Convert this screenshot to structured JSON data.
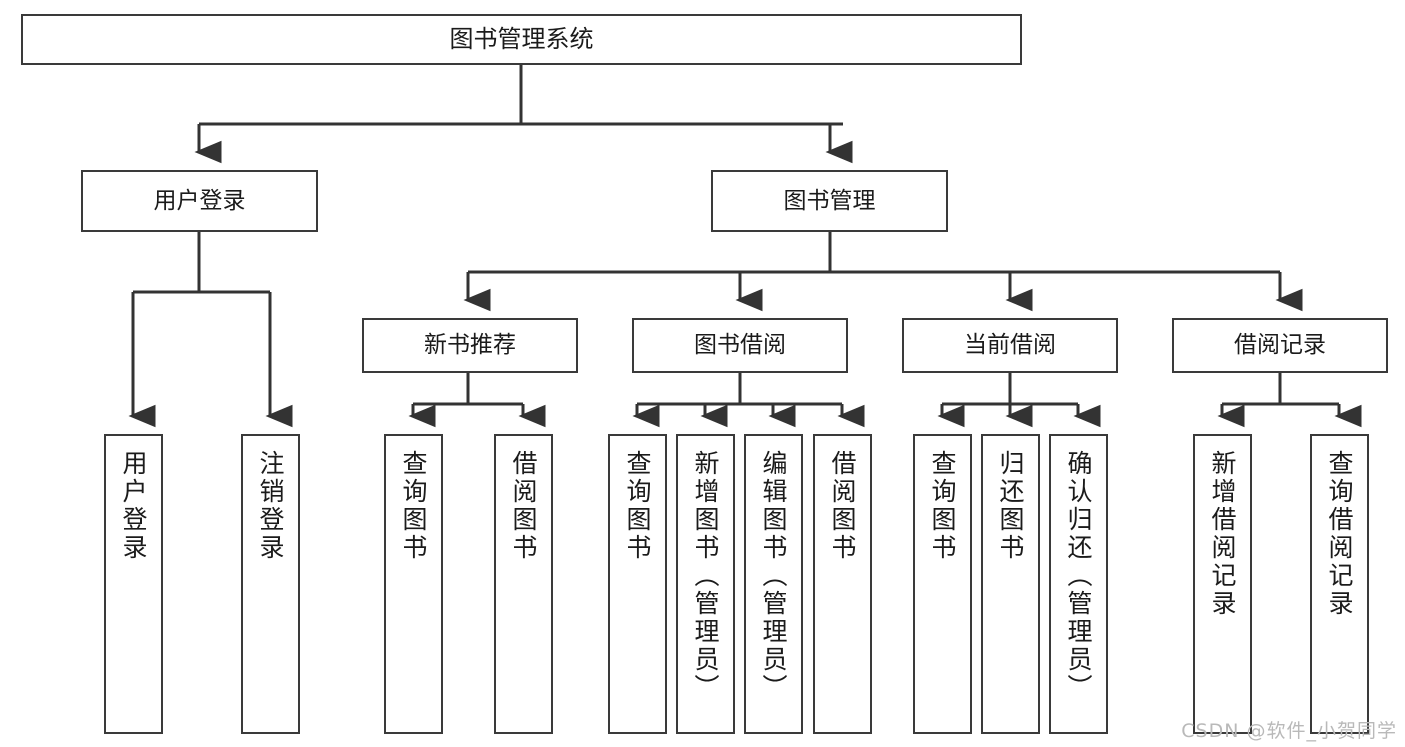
{
  "diagram": {
    "type": "tree",
    "title": "图书管理系统",
    "watermark": "CSDN @软件_小贺同学",
    "colors": {
      "box_border": "#3a3a3a",
      "box_fill": "#ffffff",
      "connector": "#333333",
      "text": "#1b1b1b",
      "watermark": "#b9b9b9"
    },
    "nodes": {
      "root": {
        "label": "图书管理系统"
      },
      "level2": [
        {
          "label": "用户登录"
        },
        {
          "label": "图书管理"
        }
      ],
      "level3": [
        {
          "label": "新书推荐"
        },
        {
          "label": "图书借阅"
        },
        {
          "label": "当前借阅"
        },
        {
          "label": "借阅记录"
        }
      ],
      "leaves": {
        "user_login": [
          {
            "label": "用户登录"
          },
          {
            "label": "注销登录"
          }
        ],
        "new_book": [
          {
            "label": "查询图书"
          },
          {
            "label": "借阅图书"
          }
        ],
        "book_borrow": [
          {
            "label": "查询图书"
          },
          {
            "label": "新增图书（管理员）"
          },
          {
            "label": "编辑图书（管理员）"
          },
          {
            "label": "借阅图书"
          }
        ],
        "current_borrow": [
          {
            "label": "查询图书"
          },
          {
            "label": "归还图书"
          },
          {
            "label": "确认归还（管理员）"
          }
        ],
        "borrow_record": [
          {
            "label": "新增借阅记录"
          },
          {
            "label": "查询借阅记录"
          }
        ]
      }
    }
  }
}
